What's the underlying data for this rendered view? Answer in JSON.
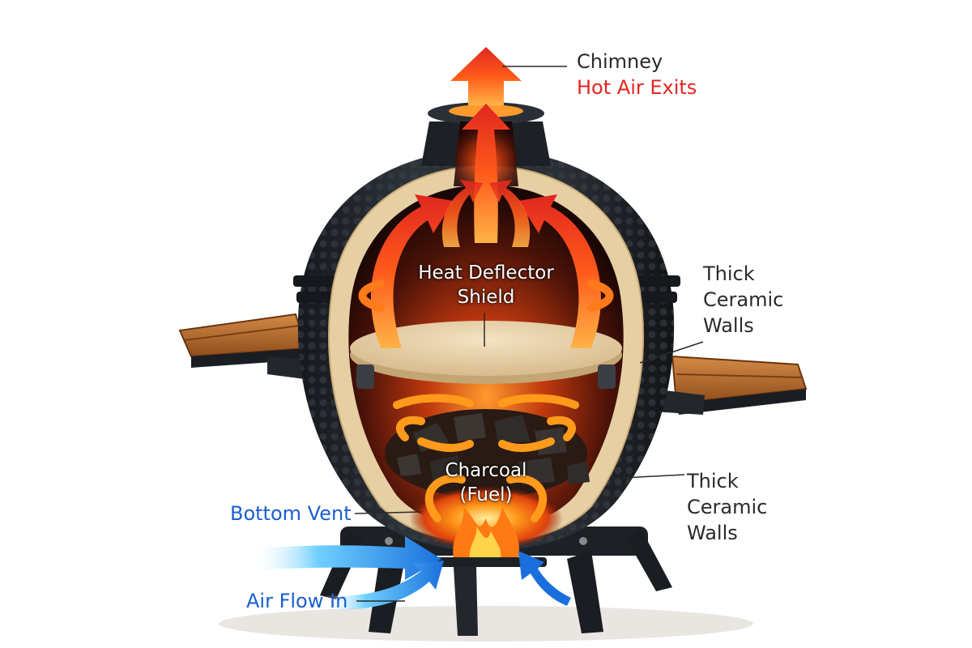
{
  "labels": {
    "chimney": "Chimney",
    "hot_air_exits": "Hot Air Exits",
    "heat_deflector_line1": "Heat Deflector",
    "heat_deflector_line2": "Shield",
    "thick_walls_top_1": "Thick",
    "thick_walls_top_2": "Ceramic",
    "thick_walls_top_3": "Walls",
    "charcoal_line1": "Charcoal",
    "charcoal_line2": "(Fuel)",
    "thick_walls_bottom_1": "Thick",
    "thick_walls_bottom_2": "Ceramic",
    "thick_walls_bottom_3": "Walls",
    "bottom_vent": "Bottom Vent",
    "air_flow_in": "Air Flow In"
  },
  "colors": {
    "hot_air": "#e0261f",
    "cool_air": "#1a5fcf",
    "label_text": "#2a2a2a",
    "ceramic_shell": "#22262b",
    "ceramic_wall_cutaway": "#e7cfa4",
    "deflector_stone": "#e9d3ad",
    "wood_shelf": "#b86b2c",
    "fire": "#ff6a00"
  },
  "icons": [
    "hot-air-arrow-icon",
    "cool-air-arrow-icon",
    "flame-icon",
    "charcoal-icon"
  ]
}
